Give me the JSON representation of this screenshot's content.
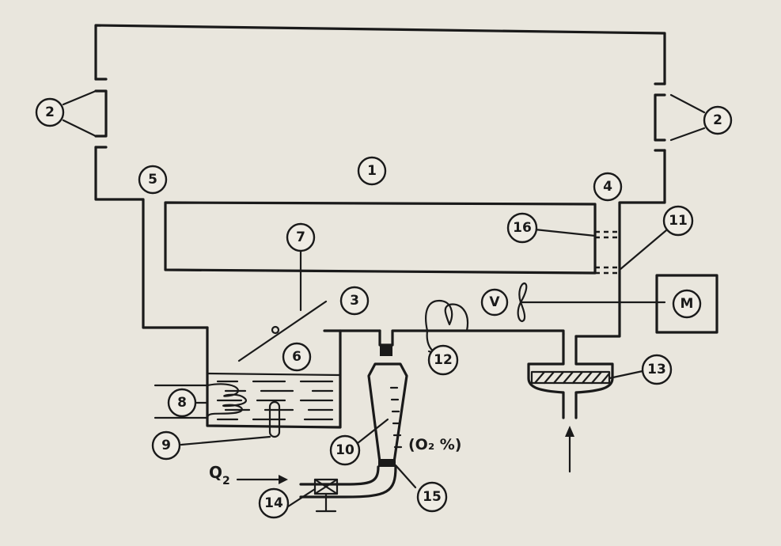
{
  "callouts": {
    "c1": "1",
    "c2": "2",
    "c3": "3",
    "c4": "4",
    "c5": "5",
    "c6": "6",
    "c7": "7",
    "c8": "8",
    "c9": "9",
    "c10": "10",
    "c11": "11",
    "c12": "12",
    "c13": "13",
    "c14": "14",
    "c15": "15",
    "c16": "16"
  },
  "labels": {
    "fan": "V",
    "motor": "M",
    "oxygen_in": "Q",
    "oxygen_sub": "2",
    "oxygen_scale": "(O₂ %)"
  },
  "colors": {
    "ink": "#1a1a1a",
    "paper": "#e9e6dd"
  }
}
